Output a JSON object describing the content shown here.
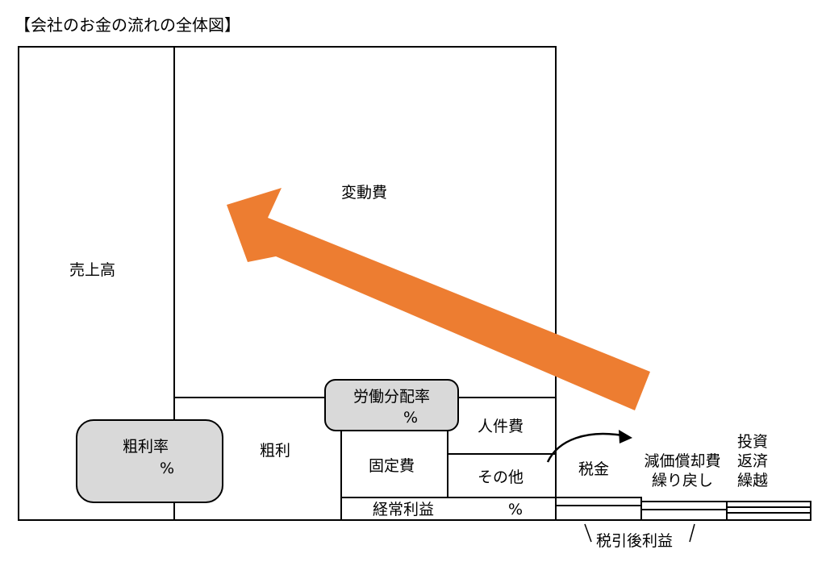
{
  "title": "【会社のお金の流れの全体図】",
  "labels": {
    "sales": "売上高",
    "variable_cost": "変動費",
    "gross_profit": "粗利",
    "gross_margin_rate": "粗利率",
    "gross_margin_pct": "%",
    "labor_share": "労働分配率",
    "labor_share_pct": "%",
    "fixed_cost": "固定費",
    "personnel": "人件費",
    "other": "その他",
    "ordinary_profit": "経常利益",
    "ordinary_profit_pct": "%",
    "tax": "税金",
    "depreciation_line1": "減価償却費",
    "depreciation_line2": "繰り戻し",
    "invest_line1": "投資",
    "invest_line2": "返済",
    "invest_line3": "繰越",
    "after_tax_profit": "税引後利益"
  },
  "colors": {
    "arrow": "#ed7d31",
    "pill_fill": "#d9d9d9",
    "stroke": "#000000"
  }
}
